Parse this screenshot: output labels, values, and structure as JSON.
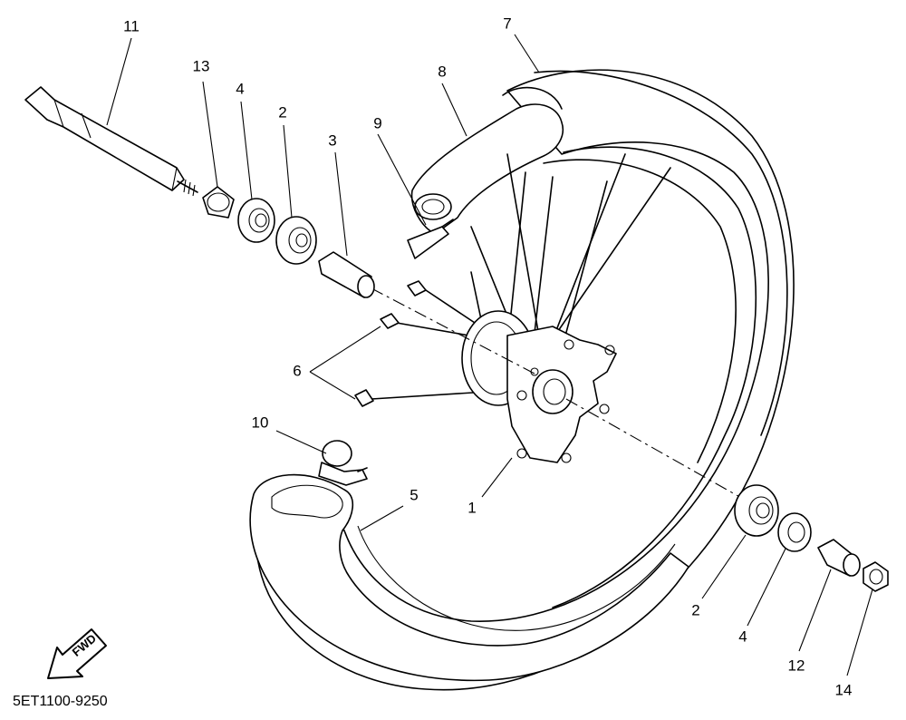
{
  "diagram": {
    "drawing_code": "5ET1100-9250",
    "fwd_label": "FWD",
    "callouts": [
      {
        "id": "c1",
        "label": "1"
      },
      {
        "id": "c2a",
        "label": "2"
      },
      {
        "id": "c2b",
        "label": "2"
      },
      {
        "id": "c3",
        "label": "3"
      },
      {
        "id": "c4a",
        "label": "4"
      },
      {
        "id": "c4b",
        "label": "4"
      },
      {
        "id": "c5",
        "label": "5"
      },
      {
        "id": "c6",
        "label": "6"
      },
      {
        "id": "c7",
        "label": "7"
      },
      {
        "id": "c8",
        "label": "8"
      },
      {
        "id": "c9",
        "label": "9"
      },
      {
        "id": "c10",
        "label": "10"
      },
      {
        "id": "c11",
        "label": "11"
      },
      {
        "id": "c12",
        "label": "12"
      },
      {
        "id": "c13",
        "label": "13"
      },
      {
        "id": "c14",
        "label": "14"
      }
    ]
  }
}
